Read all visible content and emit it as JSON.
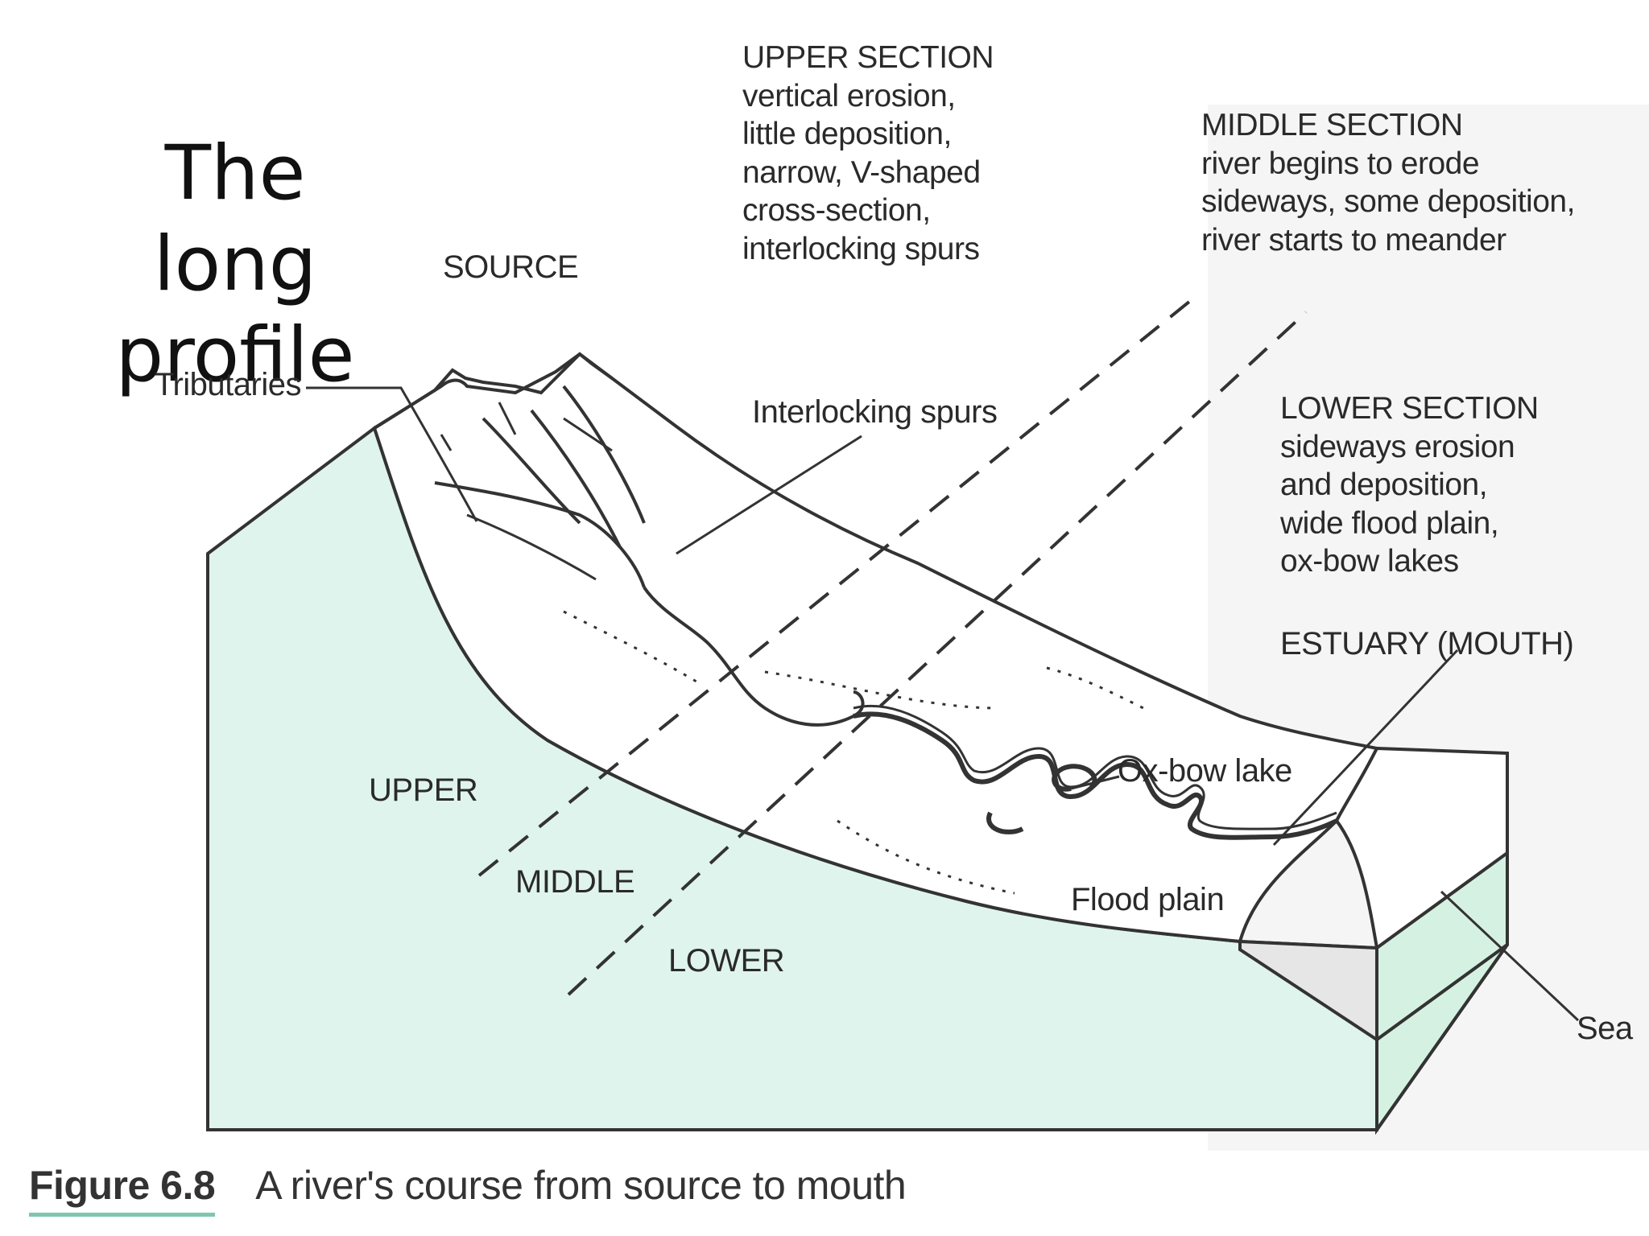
{
  "title": "The long profile",
  "sections": {
    "upper": {
      "heading": "UPPER SECTION",
      "lines": [
        "vertical erosion,",
        "little deposition,",
        "narrow, V-shaped",
        "cross-section,",
        "interlocking spurs"
      ]
    },
    "middle": {
      "heading": "MIDDLE SECTION",
      "lines": [
        "river begins to erode",
        "sideways, some deposition,",
        "river starts to meander"
      ]
    },
    "lower": {
      "heading": "LOWER SECTION",
      "lines": [
        "sideways erosion",
        "and deposition,",
        "wide flood plain,",
        "ox-bow lakes"
      ]
    }
  },
  "labels": {
    "source": "SOURCE",
    "tributaries": "Tributaries",
    "interlocking_spurs": "Interlocking spurs",
    "estuary": "ESTUARY (MOUTH)",
    "oxbow": "Ox-bow lake",
    "flood_plain": "Flood plain",
    "sea": "Sea",
    "zone_upper": "UPPER",
    "zone_middle": "MIDDLE",
    "zone_lower": "LOWER"
  },
  "caption": {
    "figure": "Figure 6.8",
    "text": "A river's course from source to mouth"
  },
  "colors": {
    "block_face": "#dff4ec",
    "sea_face": "#d5f1e2",
    "caption_underline": "#7fc6b0",
    "ink": "#2a2a2a"
  }
}
